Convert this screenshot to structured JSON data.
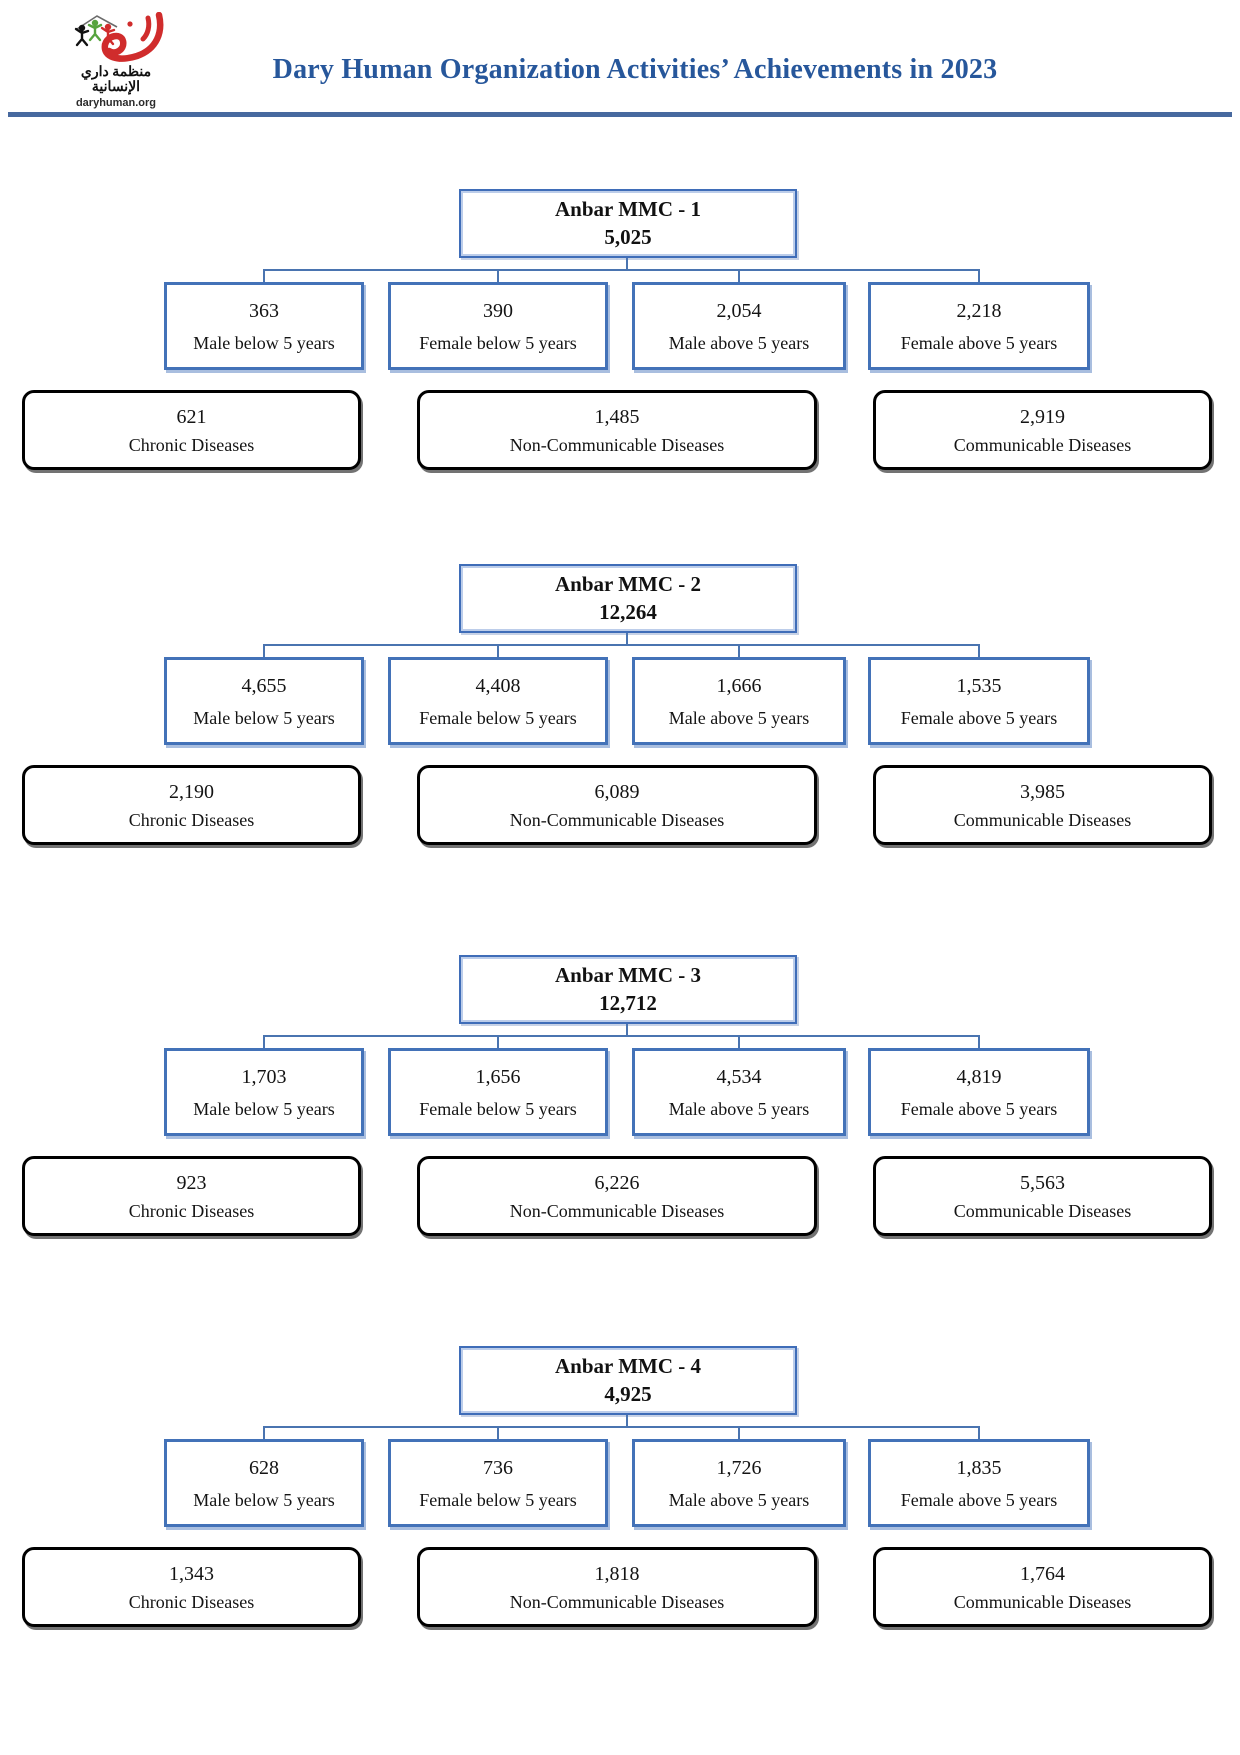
{
  "header": {
    "title": "Dary Human Organization Activities’ Achievements in 2023",
    "logo": {
      "arabic_name": "منظمة داري الإنسانية",
      "domain": "daryhuman.org"
    }
  },
  "colors": {
    "title_blue": "#27579B",
    "accent_blue": "#4372B8",
    "rule_blue": "#47699F",
    "box_black": "#000000",
    "logo_red": "#D02C2C",
    "logo_green": "#56A33E"
  },
  "sections": [
    {
      "title": "Anbar MMC - 1",
      "total": "5,025",
      "children": [
        {
          "value": "363",
          "label": "Male below 5 years"
        },
        {
          "value": "390",
          "label": "Female below 5 years"
        },
        {
          "value": "2,054",
          "label": "Male above 5 years"
        },
        {
          "value": "2,218",
          "label": "Female above 5 years"
        }
      ],
      "diseases": [
        {
          "value": "621",
          "label": "Chronic Diseases"
        },
        {
          "value": "1,485",
          "label": "Non-Communicable Diseases"
        },
        {
          "value": "2,919",
          "label": "Communicable Diseases"
        }
      ]
    },
    {
      "title": "Anbar MMC - 2",
      "total": "12,264",
      "children": [
        {
          "value": "4,655",
          "label": "Male below 5 years"
        },
        {
          "value": "4,408",
          "label": "Female below 5 years"
        },
        {
          "value": "1,666",
          "label": "Male above 5 years"
        },
        {
          "value": "1,535",
          "label": "Female above 5 years"
        }
      ],
      "diseases": [
        {
          "value": "2,190",
          "label": "Chronic Diseases"
        },
        {
          "value": "6,089",
          "label": "Non-Communicable Diseases"
        },
        {
          "value": "3,985",
          "label": "Communicable Diseases"
        }
      ]
    },
    {
      "title": "Anbar MMC - 3",
      "total": "12,712",
      "children": [
        {
          "value": "1,703",
          "label": "Male below 5 years"
        },
        {
          "value": "1,656",
          "label": "Female below 5 years"
        },
        {
          "value": "4,534",
          "label": "Male above 5 years"
        },
        {
          "value": "4,819",
          "label": "Female above 5 years"
        }
      ],
      "diseases": [
        {
          "value": "923",
          "label": "Chronic Diseases"
        },
        {
          "value": "6,226",
          "label": "Non-Communicable Diseases"
        },
        {
          "value": "5,563",
          "label": "Communicable Diseases"
        }
      ]
    },
    {
      "title": "Anbar MMC - 4",
      "total": "4,925",
      "children": [
        {
          "value": "628",
          "label": "Male below 5 years"
        },
        {
          "value": "736",
          "label": "Female below 5 years"
        },
        {
          "value": "1,726",
          "label": "Male above 5 years"
        },
        {
          "value": "1,835",
          "label": "Female above 5 years"
        }
      ],
      "diseases": [
        {
          "value": "1,343",
          "label": "Chronic Diseases"
        },
        {
          "value": "1,818",
          "label": "Non-Communicable Diseases"
        },
        {
          "value": "1,764",
          "label": "Communicable Diseases"
        }
      ]
    }
  ]
}
